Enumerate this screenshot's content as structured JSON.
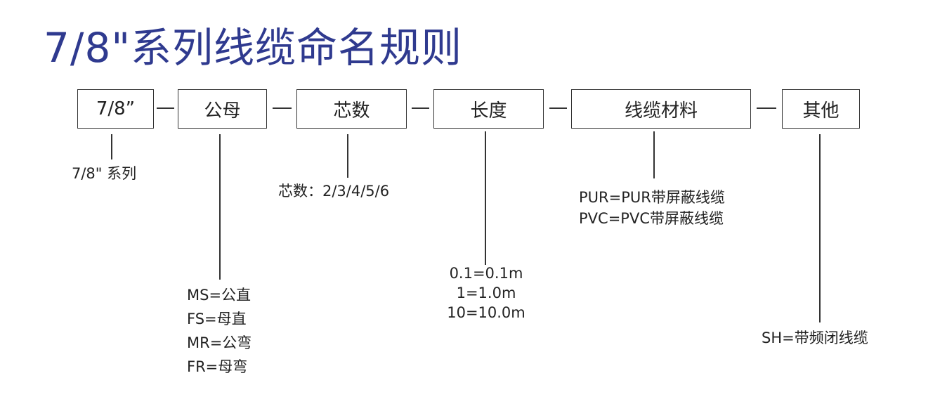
{
  "title": "7/8\"系列线缆命名规则",
  "segments": [
    {
      "label": "7/8”",
      "descriptions": [
        "7/8\" 系列"
      ]
    },
    {
      "label": "公母",
      "descriptions": [
        "MS=公直",
        "FS=母直",
        "MR=公弯",
        "FR=母弯"
      ]
    },
    {
      "label": "芯数",
      "descriptions": [
        "芯数：2/3/4/5/6"
      ]
    },
    {
      "label": "长度",
      "descriptions": [
        "0.1=0.1m",
        "1=1.0m",
        "10=10.0m"
      ]
    },
    {
      "label": "线缆材料",
      "descriptions": [
        "PUR=PUR带屏蔽线缆",
        "PVC=PVC带屏蔽线缆"
      ]
    },
    {
      "label": "其他",
      "descriptions": [
        "SH=带频闭线缆"
      ]
    }
  ],
  "colors": {
    "title": "#2f3a8f",
    "lines": "#333333",
    "text": "#222222"
  }
}
